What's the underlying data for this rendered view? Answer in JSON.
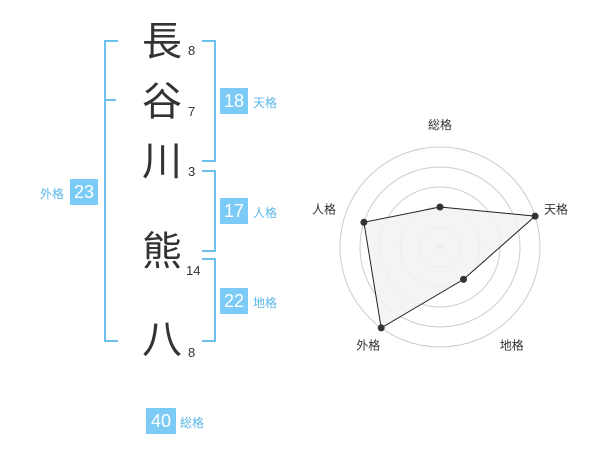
{
  "name": {
    "chars": [
      {
        "char": "長",
        "strokes": "8"
      },
      {
        "char": "谷",
        "strokes": "7"
      },
      {
        "char": "川",
        "strokes": "3"
      },
      {
        "char": "熊",
        "strokes": "14"
      },
      {
        "char": "八",
        "strokes": "8"
      }
    ]
  },
  "scores": {
    "tenkaku": {
      "value": "18",
      "label": "天格"
    },
    "jinkaku": {
      "value": "17",
      "label": "人格"
    },
    "chikaku": {
      "value": "22",
      "label": "地格"
    },
    "gaikaku": {
      "value": "23",
      "label": "外格"
    },
    "soukaku": {
      "value": "40",
      "label": "総格"
    }
  },
  "colors": {
    "bracket": "#6ec0ec",
    "badge": "#7ccaf6",
    "badge_label": "#5bb6ea",
    "radar_fill": "#f2f2f2",
    "radar_grid": "#cccccc"
  },
  "chart_data": {
    "type": "radar",
    "axes": [
      "総格",
      "天格",
      "地格",
      "外格",
      "人格"
    ],
    "values": [
      2.0,
      5.0,
      2.0,
      5.0,
      4.0
    ],
    "range": [
      0,
      5
    ],
    "rings": 5
  }
}
